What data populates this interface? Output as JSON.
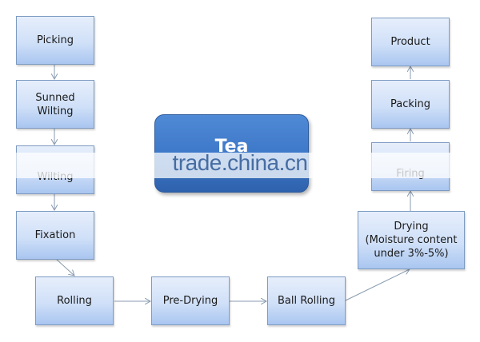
{
  "diagram": {
    "title": "Tea",
    "watermark": "trade.china.cn",
    "colors": {
      "box_fill_top": "#e6eefb",
      "box_fill_bottom": "#a9c6f0",
      "box_border": "#7d9bc2",
      "title_fill": "#3c76c7",
      "arrow": "#8a9bb0"
    },
    "nodes": [
      {
        "id": "picking",
        "label": "Picking"
      },
      {
        "id": "sunned-wilting",
        "label": "Sunned Wilting"
      },
      {
        "id": "wilting",
        "label": "Wilting"
      },
      {
        "id": "fixation",
        "label": "Fixation"
      },
      {
        "id": "rolling",
        "label": "Rolling"
      },
      {
        "id": "pre-drying",
        "label": "Pre-Drying"
      },
      {
        "id": "ball-rolling",
        "label": "Ball Rolling"
      },
      {
        "id": "drying",
        "label": "Drying (Moisture content under 3%-5%)"
      },
      {
        "id": "firing",
        "label": "Firing"
      },
      {
        "id": "packing",
        "label": "Packing"
      },
      {
        "id": "product",
        "label": "Product"
      }
    ],
    "drying_lines": [
      "Drying",
      "(Moisture content",
      "under 3%-5%)"
    ],
    "sunned_lines": [
      "Sunned",
      "Wilting"
    ],
    "edges": [
      [
        "picking",
        "sunned-wilting"
      ],
      [
        "sunned-wilting",
        "wilting"
      ],
      [
        "wilting",
        "fixation"
      ],
      [
        "fixation",
        "rolling"
      ],
      [
        "rolling",
        "pre-drying"
      ],
      [
        "pre-drying",
        "ball-rolling"
      ],
      [
        "ball-rolling",
        "drying"
      ],
      [
        "drying",
        "firing"
      ],
      [
        "firing",
        "packing"
      ],
      [
        "packing",
        "product"
      ]
    ]
  }
}
